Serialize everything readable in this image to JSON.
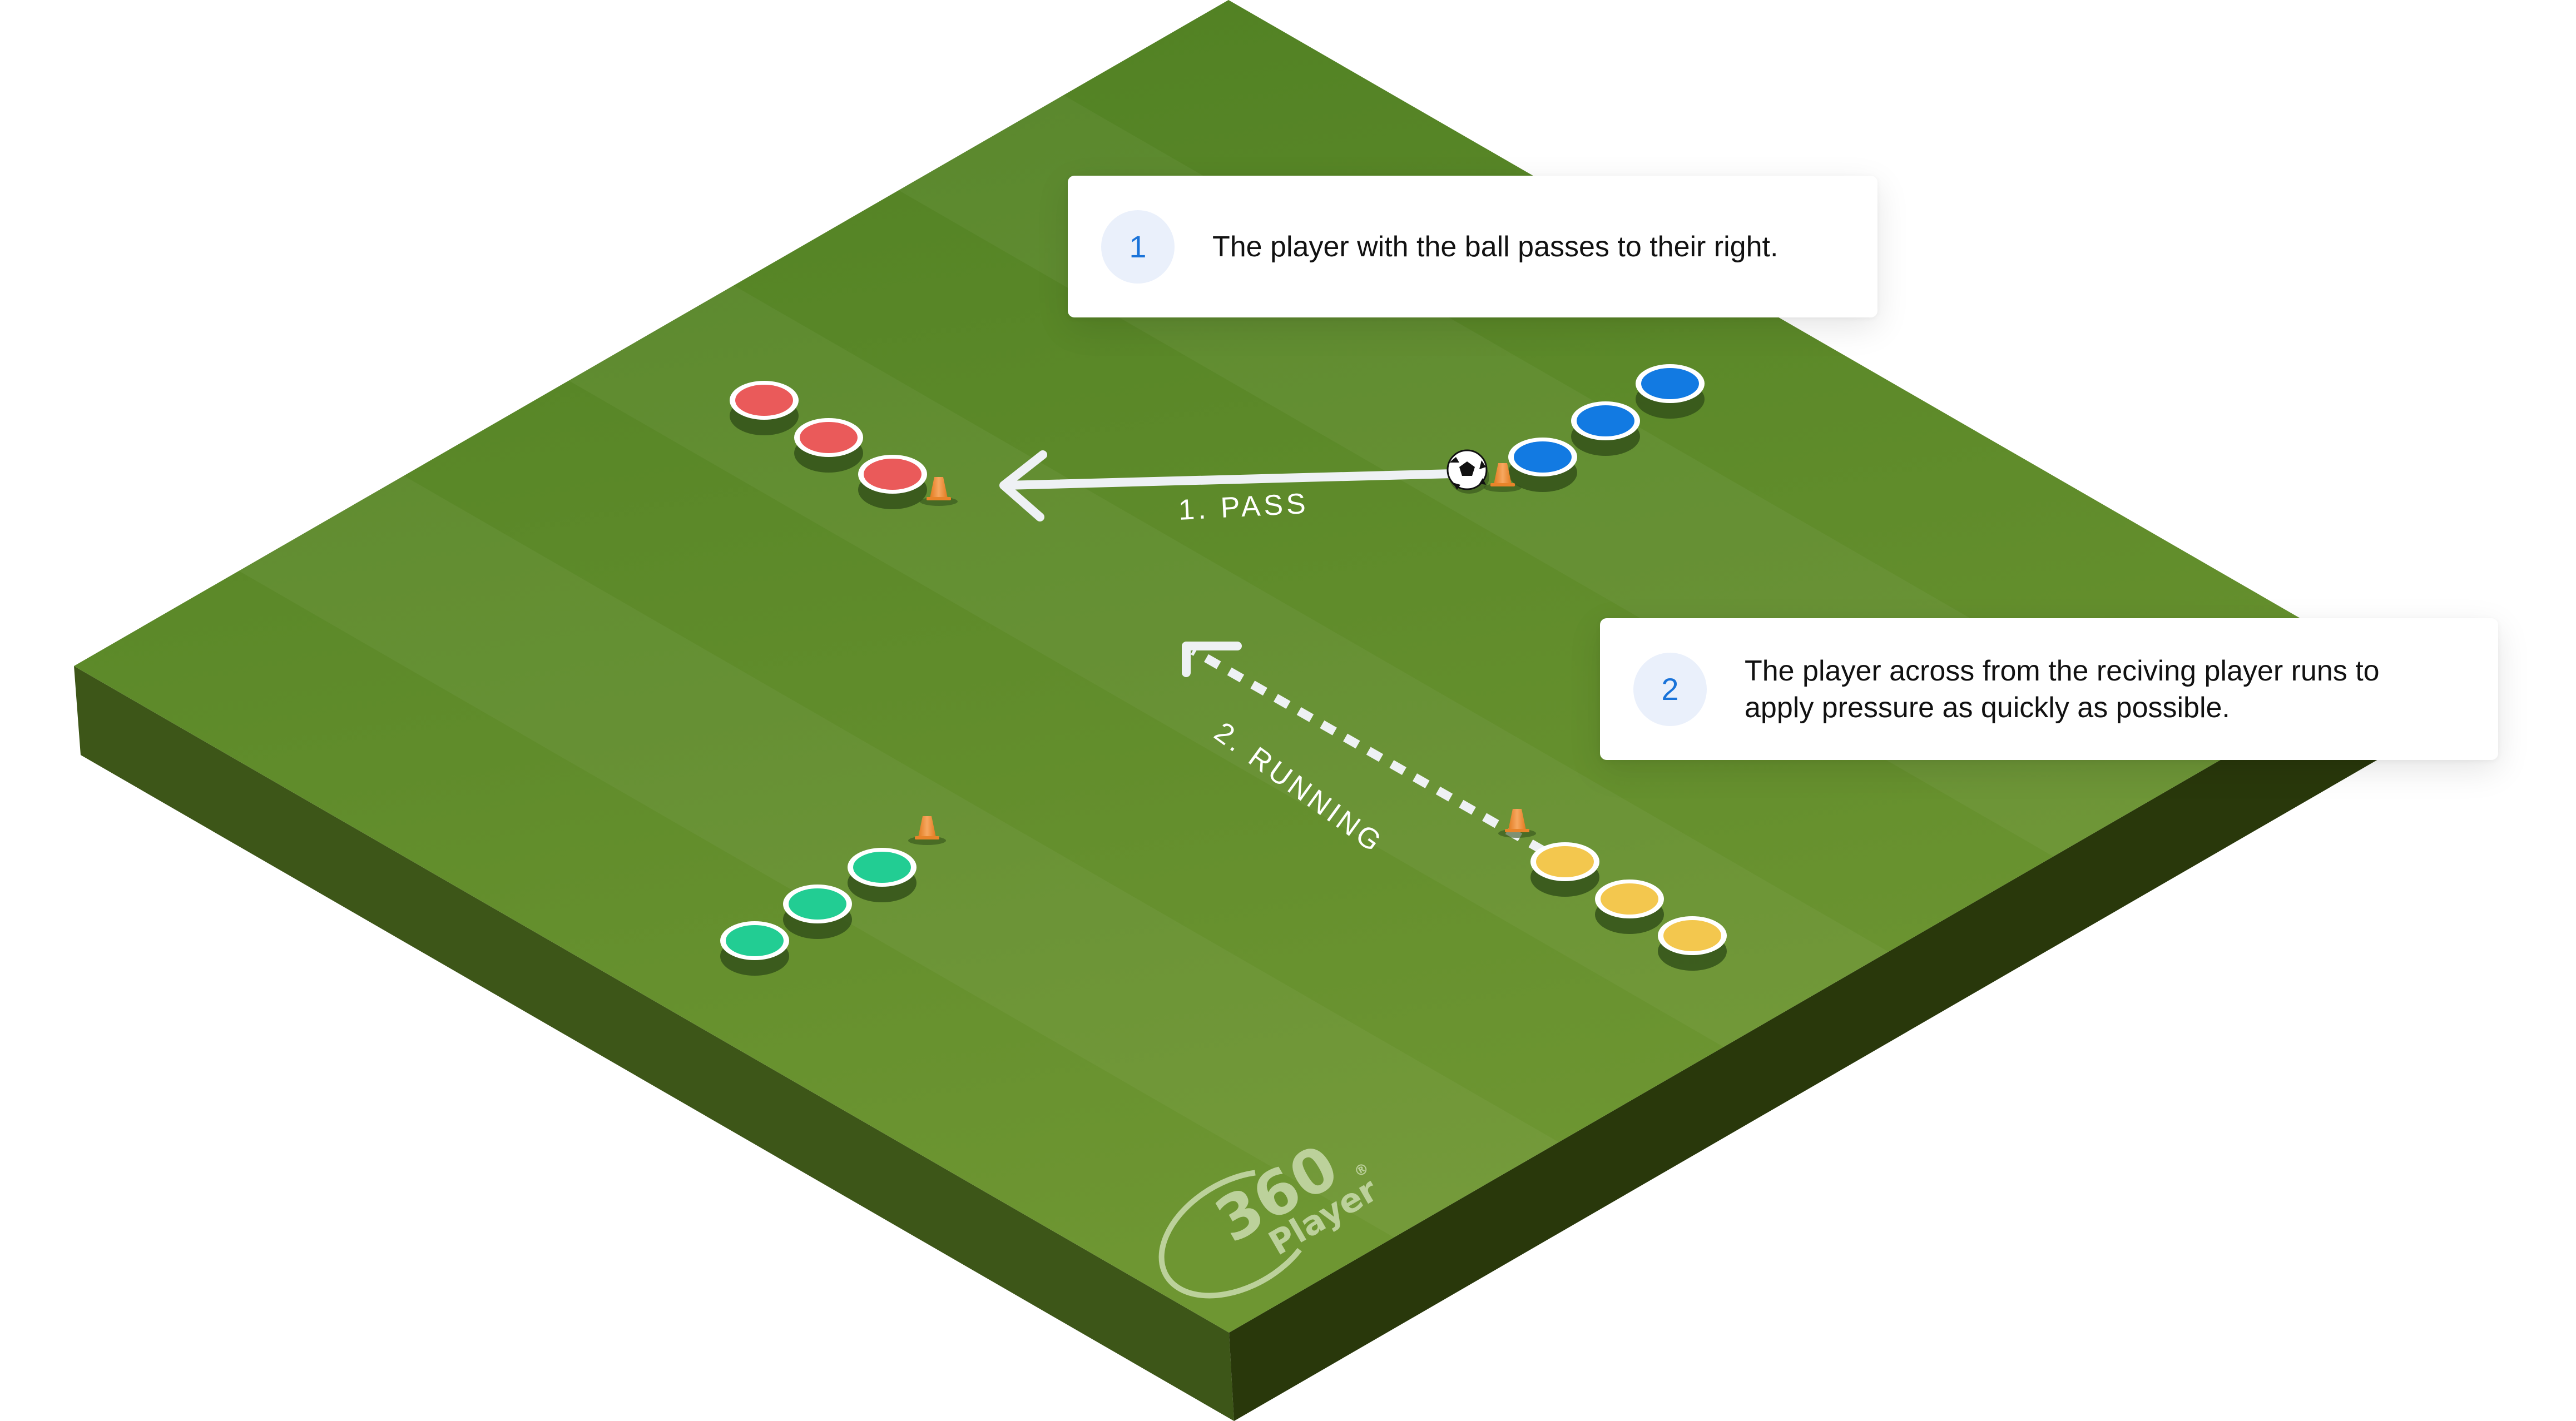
{
  "diagram": {
    "title": "Passing and pressing drill",
    "colors": {
      "field_dark": "#4e7f22",
      "field_light": "#6e9632",
      "side_left": "#3d5618",
      "side_right": "#29380b",
      "marker_ring": "#ffffff",
      "marker_shadow": "#34521a",
      "cone": "#f08a2c",
      "arrow": "#eef1f4",
      "logo": "#bcd19b",
      "badge_bg": "#eaf0fb",
      "badge_text": "#1a73d9"
    },
    "teams": [
      {
        "name": "red",
        "color": "#ea5a5a",
        "players": 3
      },
      {
        "name": "blue",
        "color": "#127ae2",
        "players": 3
      },
      {
        "name": "green",
        "color": "#22cd93",
        "players": 3
      },
      {
        "name": "yellow",
        "color": "#f3c74e",
        "players": 3
      }
    ],
    "cones": 4,
    "ball": "soccer-ball",
    "arrows": [
      {
        "id": "pass",
        "label": "1. PASS",
        "style": "solid"
      },
      {
        "id": "running",
        "label": "2. RUNNING",
        "style": "dashed"
      }
    ],
    "logo": {
      "number": "360",
      "word": "Player",
      "mark": "®"
    }
  },
  "callouts": [
    {
      "number": "1",
      "text": "The player with the ball passes to their right."
    },
    {
      "number": "2",
      "text": "The player across from the reciving player runs to apply pressure as quickly as possible."
    }
  ]
}
